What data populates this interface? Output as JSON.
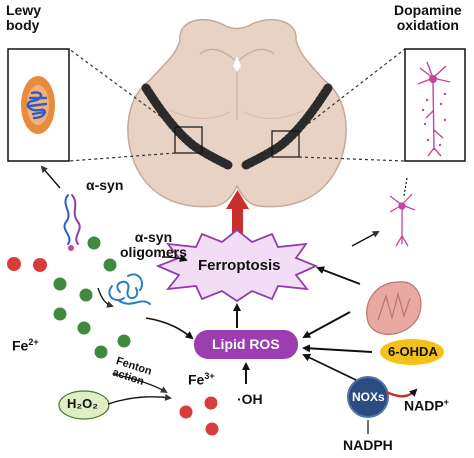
{
  "labels": {
    "lewy_body": [
      "Lewy",
      "body"
    ],
    "dopamine_oxidation": [
      "Dopamine",
      "oxidation"
    ],
    "alpha_syn": "α-syn",
    "alpha_syn_oligomers": [
      "α-syn",
      "oligomers"
    ],
    "ferroptosis": "Ferroptosis",
    "lipid_ros": "Lipid ROS",
    "fe2_base": "Fe",
    "fe2_sup": "2+",
    "fe3_base": "Fe",
    "fe3_sup": "3+",
    "fenton_action": [
      "Fenton",
      "action"
    ],
    "h2o2": "H₂O₂",
    "hydroxyl": "·OH",
    "ohda": "6-OHDA",
    "noxs": "NOXs",
    "nadp_base": "NADP",
    "nadp_sup": "+",
    "nadph": "NADPH"
  },
  "colors": {
    "midbrain": "#e8d2c4",
    "substantia_nigra": "#2b2b2b",
    "ferroptosis_fill": "#f3dcf6",
    "ferroptosis_stroke": "#8e3fa8",
    "lipid_ros": "#9a3eb0",
    "red_arrow": "#c9302c",
    "fe3_dot": "#d83c3c",
    "fe2_dot": "#3f8a3f",
    "ohda": "#f2c21b",
    "h2o2": "#dfeec4",
    "noxs": "#2a4d7f",
    "neuron": "#c9439a",
    "mitochondria": "#e9a9a2",
    "lewy_body": "#e88b3c",
    "lewy_fibril": "#2a5fc6"
  },
  "icons": [
    "midbrain-section",
    "lewy-body-cell",
    "dopamine-neuron",
    "alpha-syn-strand",
    "oligomer-cluster",
    "mitochondria-icon",
    "neuron-icon"
  ]
}
